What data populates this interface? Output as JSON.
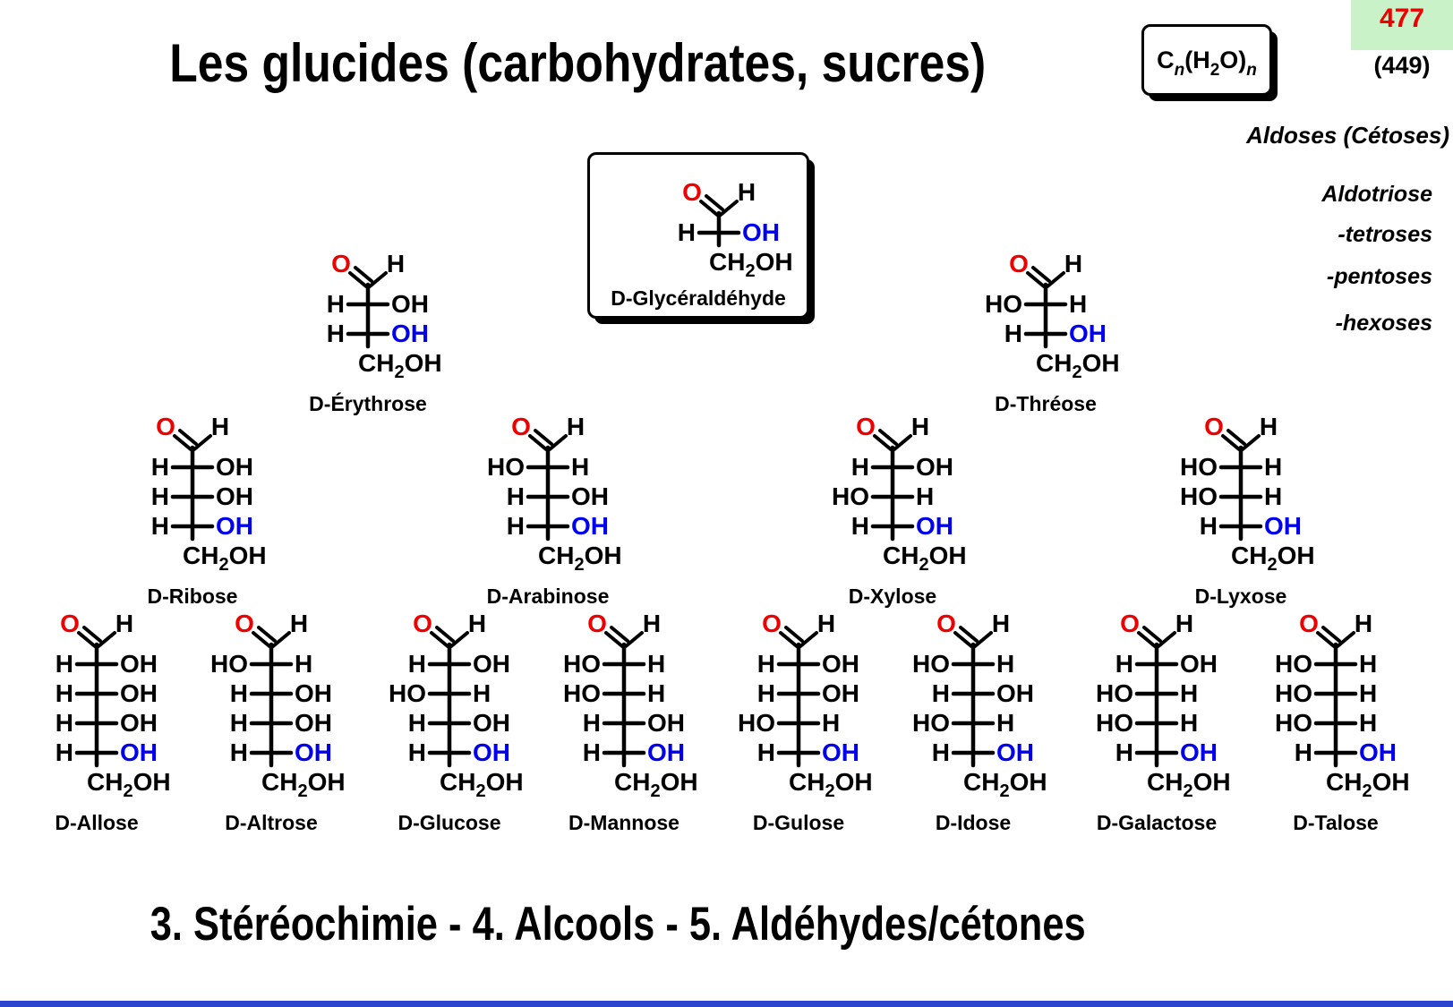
{
  "slide": {
    "title": "Les glucides (carbohydrates, sucres)",
    "page_number": "477",
    "secondary_page_number": "(449)",
    "formula": {
      "c": "C",
      "n1": "n",
      "h_open": "(H",
      "two": "2",
      "o_close": "O)",
      "n2": "n"
    },
    "aldoses_note": "Aldoses (Cétoses)",
    "family_labels": [
      "Aldotriose",
      "-tetroses",
      "-pentoses",
      "-hexoses"
    ],
    "footer": "3. Stéréochimie - 4. Alcools - 5. Aldéhydes/cétones"
  },
  "colors": {
    "bond_black": "#000000",
    "oxygen_red": "#ee0000",
    "chiral_oh_blue": "#0000ee",
    "page_number_bg": "#c9f2c9",
    "page_number_fg": "#ee0000",
    "footer_bar_blue": "#2b45cf"
  },
  "structures": {
    "aldehyde_head": {
      "left": "O",
      "right": "H"
    },
    "tail": "CH2OH",
    "triose": {
      "name": "D-Glycéraldéhyde",
      "rows": [
        {
          "left": "H",
          "right": "OH",
          "blue": true
        }
      ]
    },
    "tetroses": [
      {
        "name": "D-Érythrose",
        "rows": [
          {
            "left": "H",
            "right": "OH",
            "blue": false
          },
          {
            "left": "H",
            "right": "OH",
            "blue": true
          }
        ]
      },
      {
        "name": "D-Thréose",
        "rows": [
          {
            "left": "HO",
            "right": "H",
            "blue": false
          },
          {
            "left": "H",
            "right": "OH",
            "blue": true
          }
        ]
      }
    ],
    "pentoses": [
      {
        "name": "D-Ribose",
        "rows": [
          {
            "left": "H",
            "right": "OH",
            "blue": false
          },
          {
            "left": "H",
            "right": "OH",
            "blue": false
          },
          {
            "left": "H",
            "right": "OH",
            "blue": true
          }
        ]
      },
      {
        "name": "D-Arabinose",
        "rows": [
          {
            "left": "HO",
            "right": "H",
            "blue": false
          },
          {
            "left": "H",
            "right": "OH",
            "blue": false
          },
          {
            "left": "H",
            "right": "OH",
            "blue": true
          }
        ]
      },
      {
        "name": "D-Xylose",
        "rows": [
          {
            "left": "H",
            "right": "OH",
            "blue": false
          },
          {
            "left": "HO",
            "right": "H",
            "blue": false
          },
          {
            "left": "H",
            "right": "OH",
            "blue": true
          }
        ]
      },
      {
        "name": "D-Lyxose",
        "rows": [
          {
            "left": "HO",
            "right": "H",
            "blue": false
          },
          {
            "left": "HO",
            "right": "H",
            "blue": false
          },
          {
            "left": "H",
            "right": "OH",
            "blue": true
          }
        ]
      }
    ],
    "hexoses": [
      {
        "name": "D-Allose",
        "rows": [
          {
            "left": "H",
            "right": "OH",
            "blue": false
          },
          {
            "left": "H",
            "right": "OH",
            "blue": false
          },
          {
            "left": "H",
            "right": "OH",
            "blue": false
          },
          {
            "left": "H",
            "right": "OH",
            "blue": true
          }
        ]
      },
      {
        "name": "D-Altrose",
        "rows": [
          {
            "left": "HO",
            "right": "H",
            "blue": false
          },
          {
            "left": "H",
            "right": "OH",
            "blue": false
          },
          {
            "left": "H",
            "right": "OH",
            "blue": false
          },
          {
            "left": "H",
            "right": "OH",
            "blue": true
          }
        ]
      },
      {
        "name": "D-Glucose",
        "rows": [
          {
            "left": "H",
            "right": "OH",
            "blue": false
          },
          {
            "left": "HO",
            "right": "H",
            "blue": false
          },
          {
            "left": "H",
            "right": "OH",
            "blue": false
          },
          {
            "left": "H",
            "right": "OH",
            "blue": true
          }
        ]
      },
      {
        "name": "D-Mannose",
        "rows": [
          {
            "left": "HO",
            "right": "H",
            "blue": false
          },
          {
            "left": "HO",
            "right": "H",
            "blue": false
          },
          {
            "left": "H",
            "right": "OH",
            "blue": false
          },
          {
            "left": "H",
            "right": "OH",
            "blue": true
          }
        ]
      },
      {
        "name": "D-Gulose",
        "rows": [
          {
            "left": "H",
            "right": "OH",
            "blue": false
          },
          {
            "left": "H",
            "right": "OH",
            "blue": false
          },
          {
            "left": "HO",
            "right": "H",
            "blue": false
          },
          {
            "left": "H",
            "right": "OH",
            "blue": true
          }
        ]
      },
      {
        "name": "D-Idose",
        "rows": [
          {
            "left": "HO",
            "right": "H",
            "blue": false
          },
          {
            "left": "H",
            "right": "OH",
            "blue": false
          },
          {
            "left": "HO",
            "right": "H",
            "blue": false
          },
          {
            "left": "H",
            "right": "OH",
            "blue": true
          }
        ]
      },
      {
        "name": "D-Galactose",
        "rows": [
          {
            "left": "H",
            "right": "OH",
            "blue": false
          },
          {
            "left": "HO",
            "right": "H",
            "blue": false
          },
          {
            "left": "HO",
            "right": "H",
            "blue": false
          },
          {
            "left": "H",
            "right": "OH",
            "blue": true
          }
        ]
      },
      {
        "name": "D-Talose",
        "rows": [
          {
            "left": "HO",
            "right": "H",
            "blue": false
          },
          {
            "left": "HO",
            "right": "H",
            "blue": false
          },
          {
            "left": "HO",
            "right": "H",
            "blue": false
          },
          {
            "left": "H",
            "right": "OH",
            "blue": true
          }
        ]
      }
    ]
  }
}
